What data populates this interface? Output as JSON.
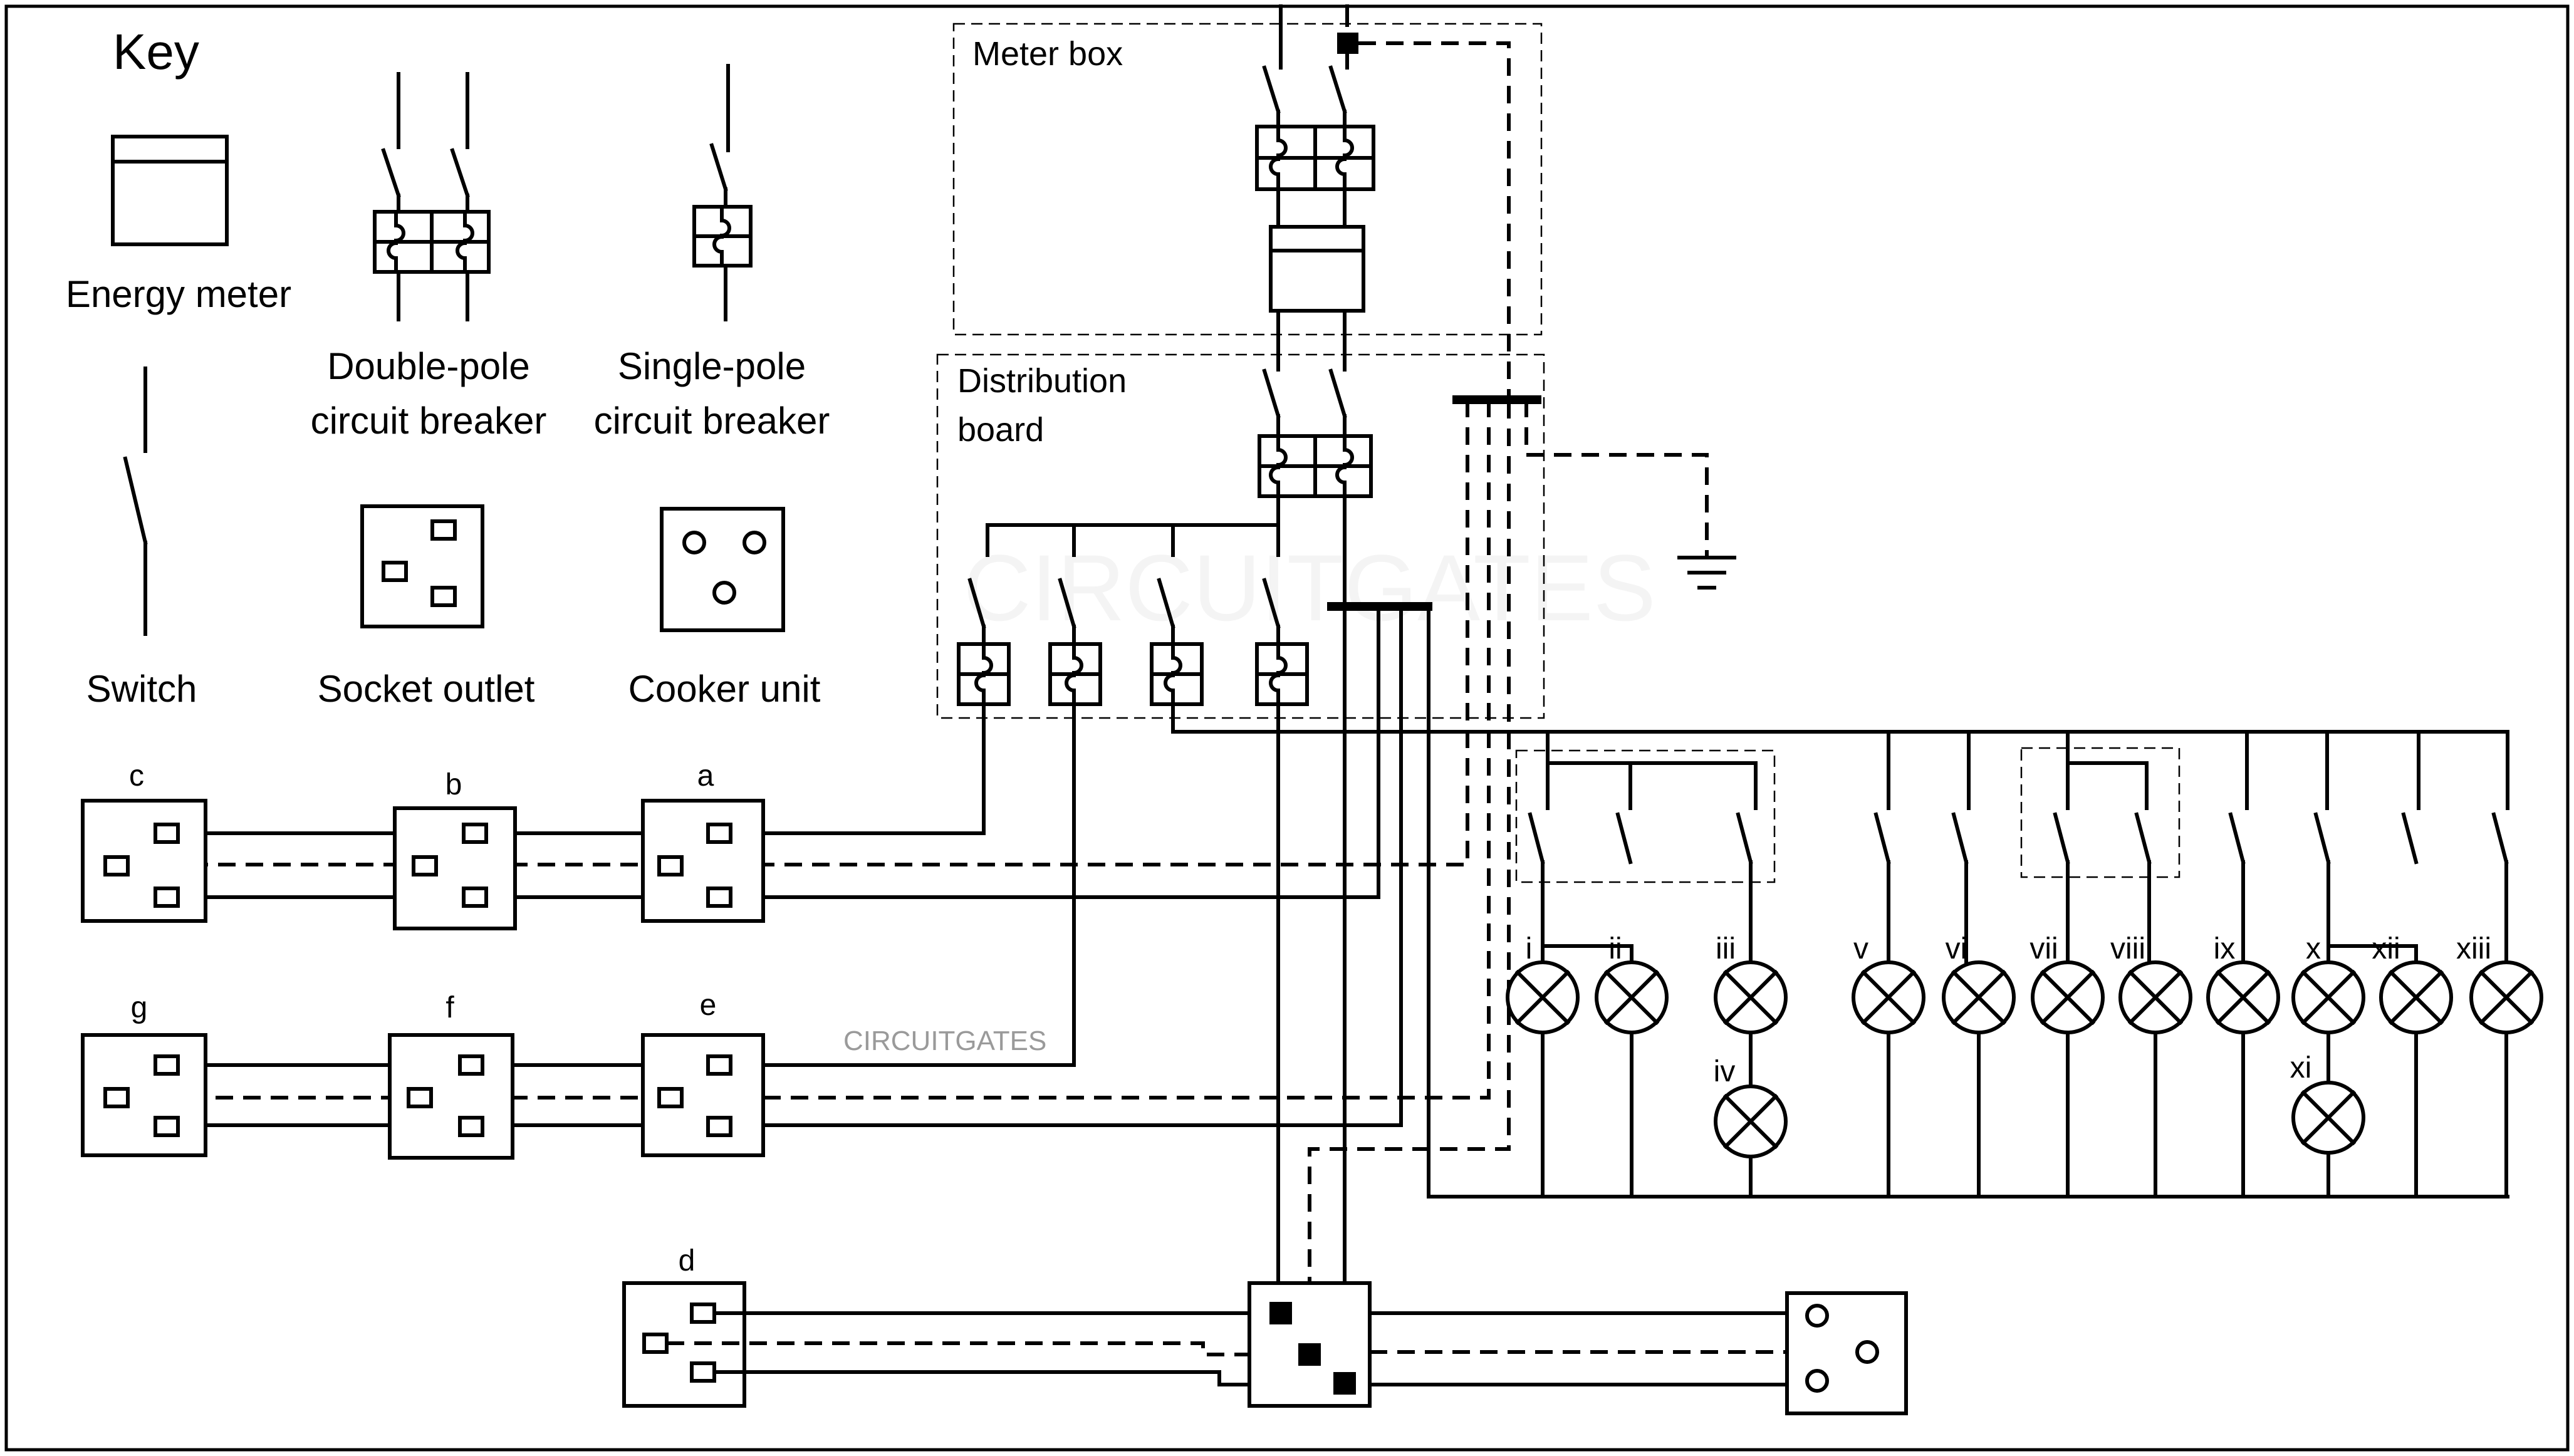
{
  "key": {
    "title": "Key",
    "energy_meter": "Energy meter",
    "double_pole_line1": "Double-pole",
    "double_pole_line2": "circuit breaker",
    "single_pole_line1": "Single-pole",
    "single_pole_line2": "circuit breaker",
    "switch": "Switch",
    "socket_outlet": "Socket outlet",
    "cooker_unit": "Cooker unit"
  },
  "enclosures": {
    "meter_box": "Meter box",
    "distribution_board_line1": "Distribution",
    "distribution_board_line2": "board"
  },
  "sockets": {
    "a": "a",
    "b": "b",
    "c": "c",
    "d": "d",
    "e": "e",
    "f": "f",
    "g": "g"
  },
  "lamps": [
    "i",
    "ii",
    "iii",
    "iv",
    "v",
    "vi",
    "vii",
    "viii",
    "ix",
    "x",
    "xi",
    "xii",
    "xiii"
  ],
  "watermark": {
    "caption": "CIRCUITGATES",
    "large": "CIRCUITGATES"
  }
}
